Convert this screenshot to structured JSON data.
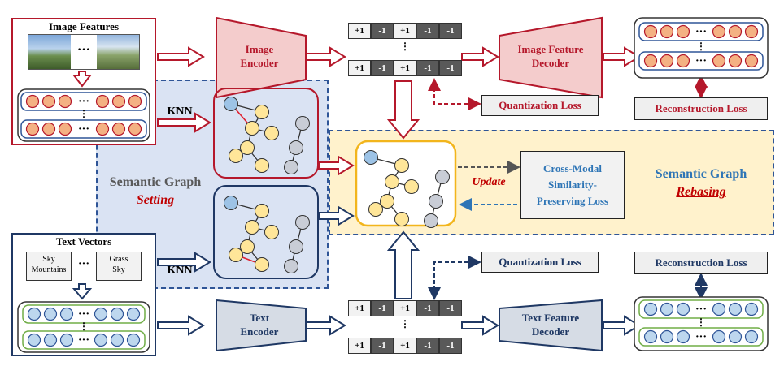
{
  "image_branch": {
    "features_title": "Image Features",
    "ellipsis": "···",
    "encoder": "Image\nEncoder",
    "decoder": "Image Feature\nDecoder",
    "quantization_loss": "Quantization Loss",
    "reconstruction_loss": "Reconstruction Loss"
  },
  "text_branch": {
    "vectors_title": "Text Vectors",
    "word_left": "Sky\nMountains",
    "word_right": "Grass\nSky",
    "ellipsis": "···",
    "encoder": "Text\nEncoder",
    "decoder": "Text Feature\nDecoder",
    "quantization_loss": "Quantization Loss",
    "reconstruction_loss": "Reconstruction Loss"
  },
  "knn_label": "KNN",
  "setting": {
    "title": "Semantic Graph",
    "subtitle": "Setting"
  },
  "rebasing": {
    "title": "Semantic Graph",
    "subtitle": "Rebasing"
  },
  "update_label": "Update",
  "similarity_loss": "Cross-Modal\nSimilarity-\nPreserving Loss",
  "hash_codes": [
    "+1",
    "-1",
    "+1",
    "-1",
    "-1"
  ],
  "colors": {
    "image_red": "#b5182b",
    "text_navy": "#1f3864",
    "setting_bg": "#dae3f3",
    "rebasing_bg": "#fff2cc",
    "rebasing_border": "#2f5597",
    "merge_border": "#f2b51c",
    "node_orange": "#f4b183",
    "node_blue": "#bdd7ee",
    "graph_yellow": "#ffe699",
    "graph_blue": "#9dc3e6",
    "graph_gray": "#c9cdd6",
    "loss_text": "#2e75b6"
  }
}
